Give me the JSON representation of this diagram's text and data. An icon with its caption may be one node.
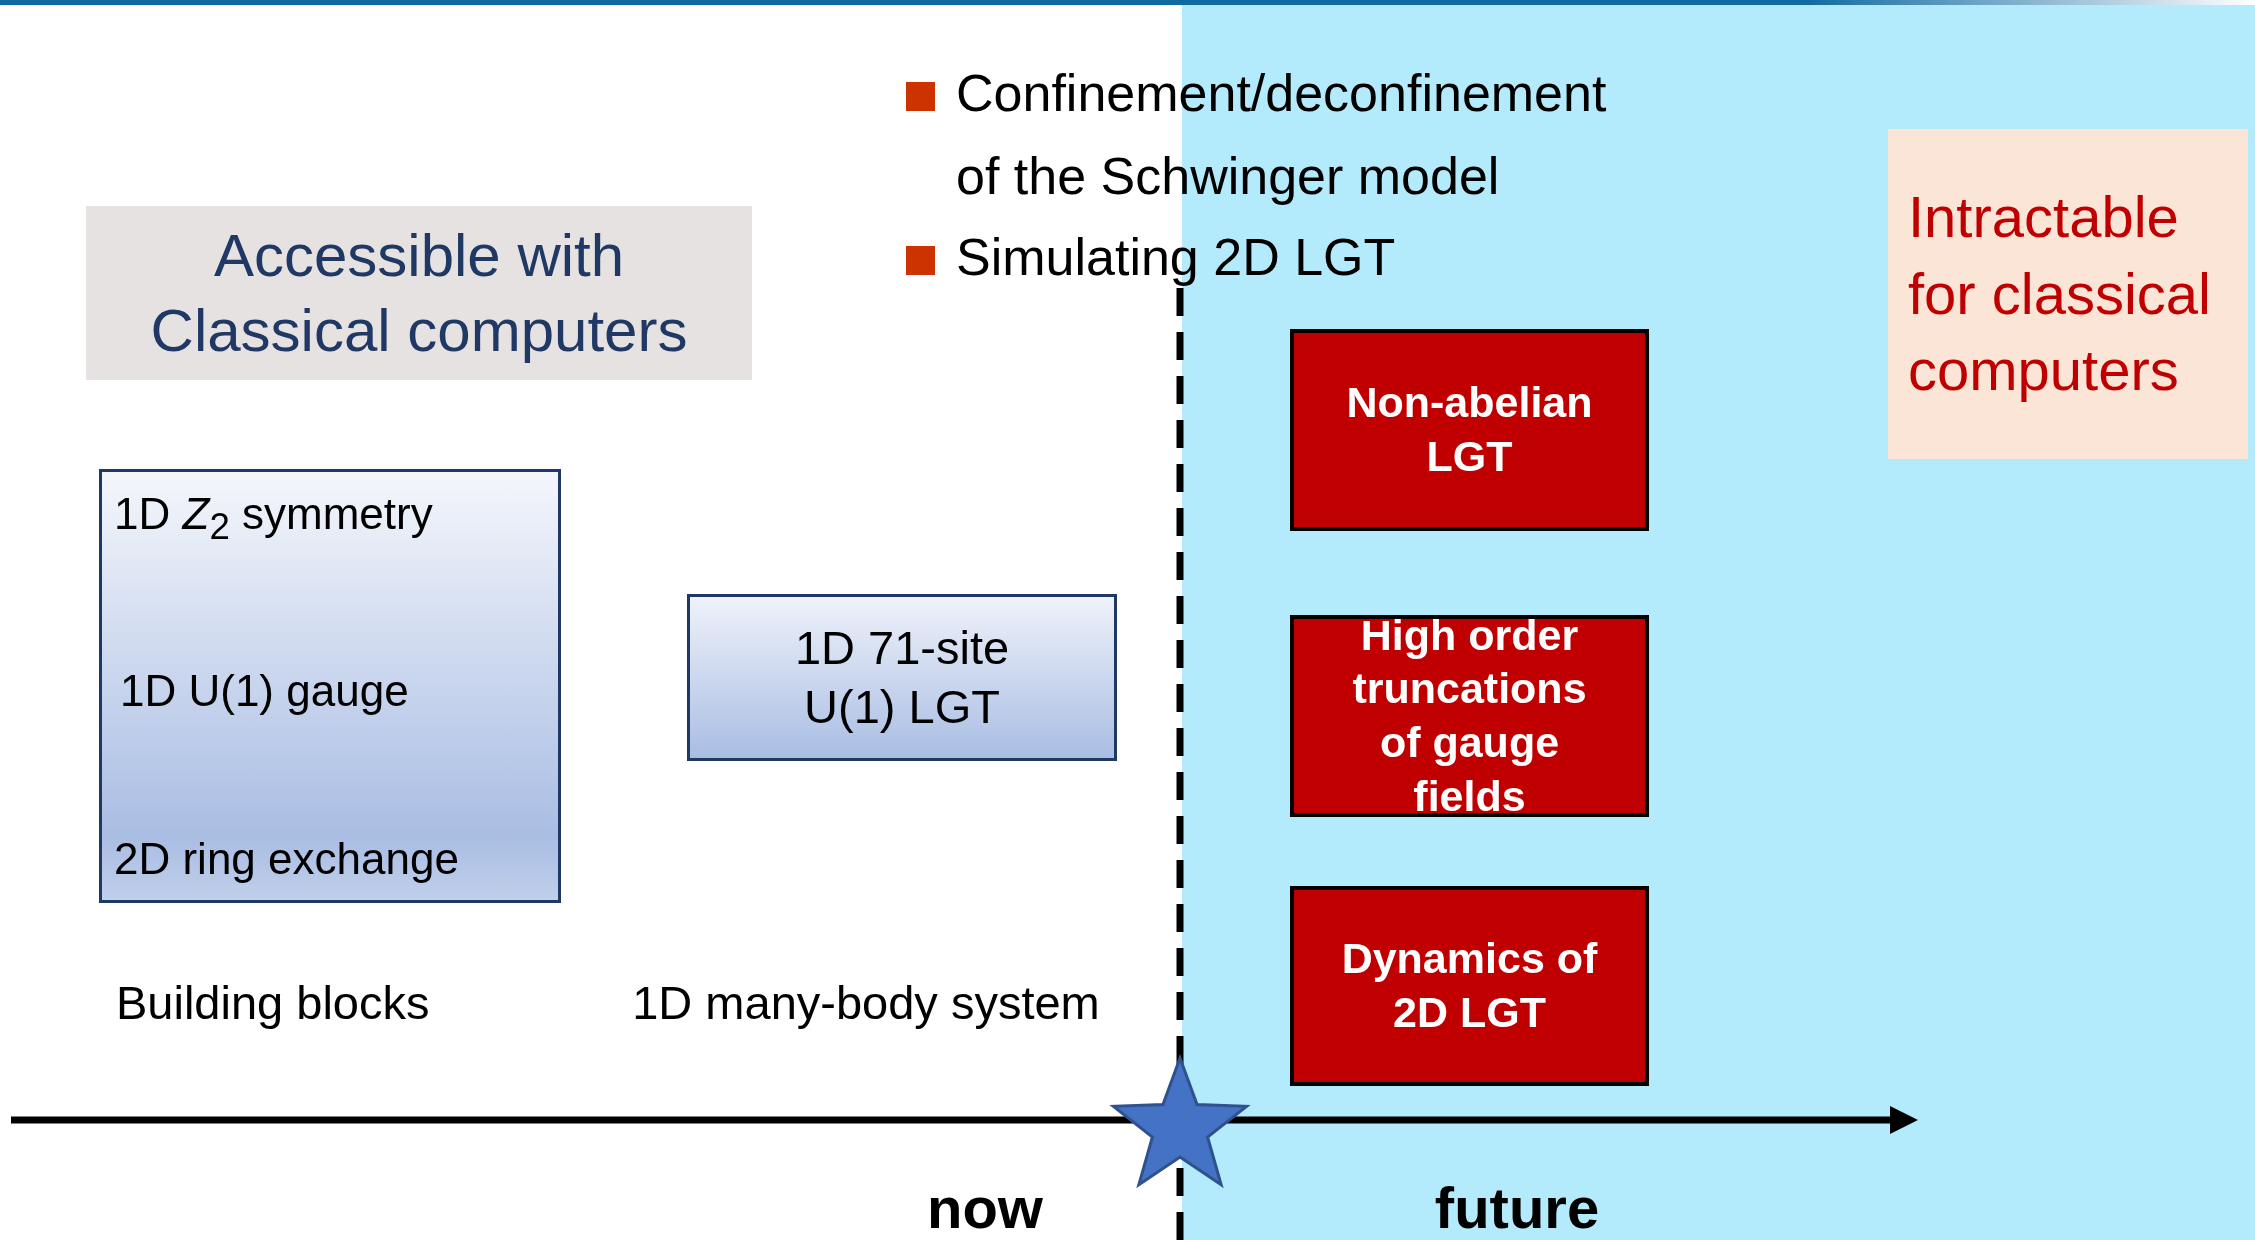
{
  "diagram": {
    "nodes": [
      {
        "text": [
          "Accessible with Classical computers"
        ]
      },
      {
        "text": [
          "1D *Z*$_{2}$ symmetry",
          "1D U(1) gauge",
          "2D ring exchange"
        ]
      },
      {
        "text": [
          "1D 71-site U(1) LGT"
        ]
      },
      {
        "text": [
          "Non-abelian LGT"
        ]
      },
      {
        "text": [
          "High order truncations of gauge fields"
        ]
      },
      {
        "text": [
          "Dynamics of 2D LGT"
        ]
      },
      {
        "text": [
          "Intractable for classical computers"
        ]
      }
    ],
    "labels": [
      "Confinement/deconfinement of the Schwinger model",
      "Simulating 2D LGT",
      "Building blocks",
      "1D many-body system",
      "now",
      "future"
    ]
  }
}
